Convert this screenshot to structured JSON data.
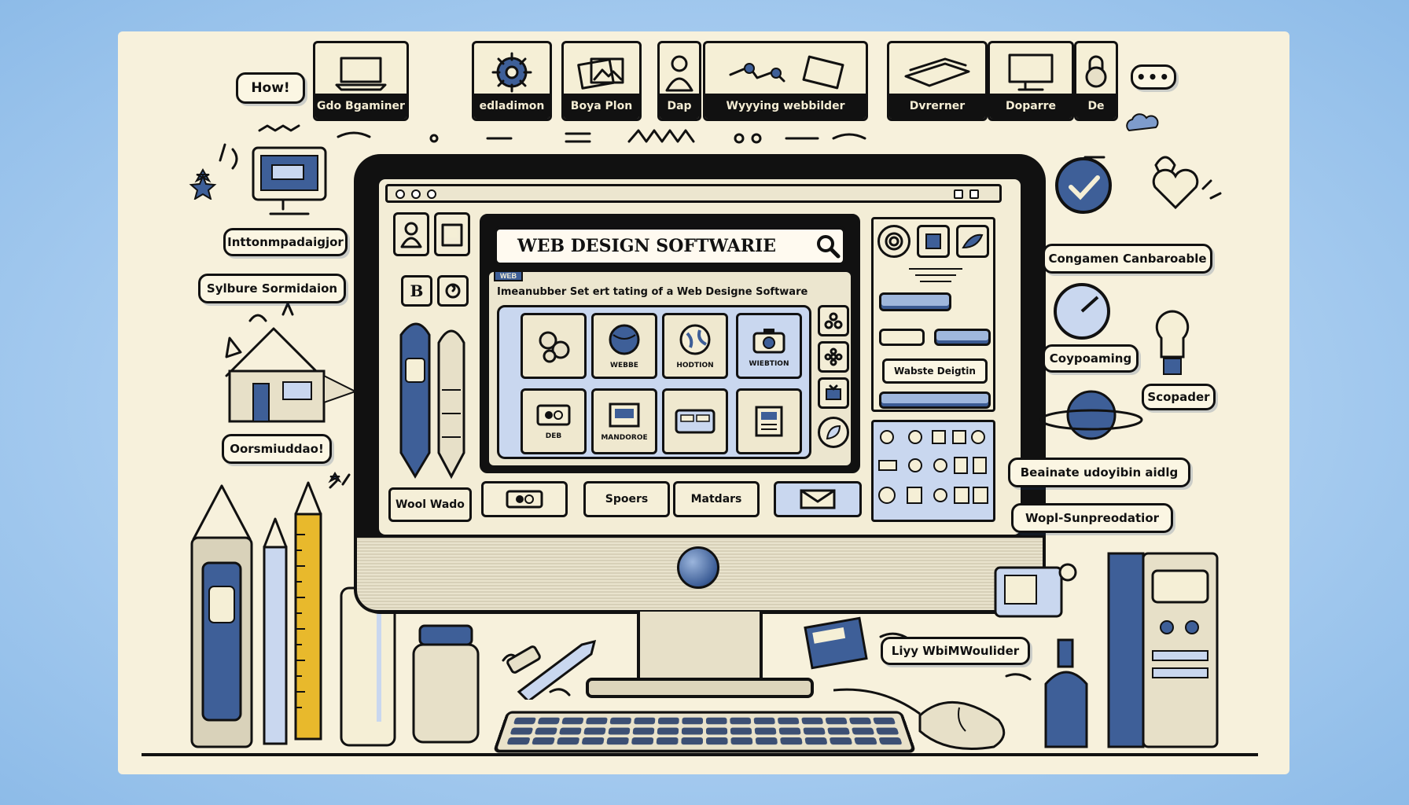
{
  "toolbar": {
    "items": [
      {
        "label": "Gdo Bgaminer",
        "icon": "laptop-icon"
      },
      {
        "label": "edladimon",
        "icon": "gear-icon"
      },
      {
        "label": "Boya Plon",
        "icon": "photos-icon"
      },
      {
        "label": "Dap",
        "icon": "person-icon"
      },
      {
        "label": "Wyyying webbilder",
        "icon": "tools-icon"
      },
      {
        "label": "Dvrerner",
        "icon": "files-icon"
      },
      {
        "label": "Doparre",
        "icon": "monitor-icon"
      },
      {
        "label": "De",
        "icon": "lock-icon"
      }
    ],
    "more_icon": "ellipsis-icon"
  },
  "callouts": {
    "how": "How!",
    "left_1": "Inttonmpadaigjor",
    "left_2": "Sylbure Sormidaion",
    "left_3": "Oorsmiuddao!",
    "right_1": "Congamen Canbaroable",
    "right_2": "Coypoaming",
    "right_3": "Scopader",
    "right_4": "Beainate udoyibin aidlg",
    "right_5": "Wopl-Sunpreodatior",
    "desk": "Liyy WbiMWoulider"
  },
  "window": {
    "search_title": "WEB DESIGN SOFTWARIE",
    "tab_label": "WEB",
    "subheading": "Imeanubber Set ert tating of a Web Designe Software",
    "tiles": [
      {
        "label": "",
        "icon": "cogs-icon"
      },
      {
        "label": "WEBBE",
        "icon": "globe-icon"
      },
      {
        "label": "HODTION",
        "icon": "world-icon"
      },
      {
        "label": "WIEBTION",
        "icon": "camera-icon"
      },
      {
        "label": "DEB",
        "icon": "layout-icon"
      },
      {
        "label": "MANDOROE",
        "icon": "window-icon"
      },
      {
        "label": "",
        "icon": "panels-icon"
      },
      {
        "label": "",
        "icon": "grid-icon"
      }
    ],
    "right_panel_button": "Wabste Deigtin",
    "bottom_buttons": {
      "left": "Wool Wado",
      "spoers": "Spoers",
      "matdars": "Matdars"
    }
  },
  "colors": {
    "background": "#a9cdf0",
    "paper": "#f7f1dc",
    "ink": "#111111",
    "accent_blue": "#9fb7dc",
    "accent_yellow": "#e8b92c"
  }
}
